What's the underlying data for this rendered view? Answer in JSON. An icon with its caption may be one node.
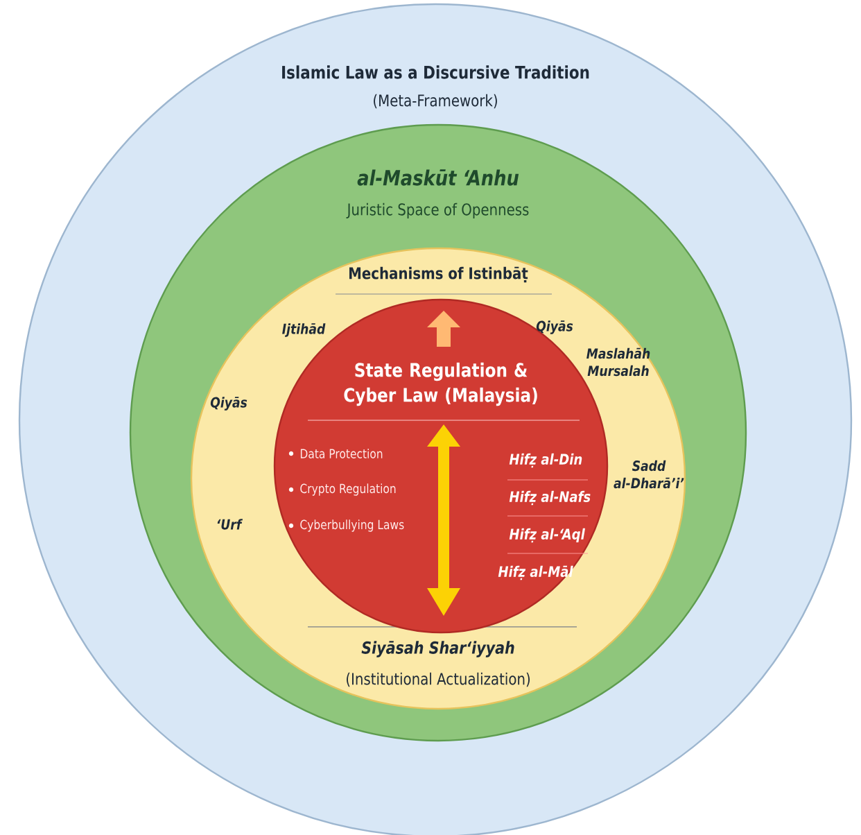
{
  "diagram": {
    "nodes": [
      {
        "text": [
          "Islamic Law as a Discursive Tradition",
          "(Meta-Framework)"
        ]
      },
      {
        "text": [
          "al-Maskūt ‘Anhu",
          "Juristic Space of Openness"
        ],
        "in": 0
      },
      {
        "text": [
          "Mechanisms of Istinbāṭ",
          "Siyāsah Shar‘iyyah",
          "(Institutional Actualization)"
        ],
        "in": 1
      },
      {
        "text": [
          "State Regulation & Cyber Law (Malaysia)"
        ],
        "in": 2
      }
    ],
    "labels": [
      "Ijtihād",
      "Qiyās",
      "Maslahāh Mursalah",
      "Qiyās",
      "Sadd al-Dharā’i’",
      "‘Urf",
      "Data Protection",
      "Crypto Regulation",
      "Cyberbullying Laws",
      "Hifẓ al-Din",
      "Hifẓ al-Nafs",
      "Hifẓ al-‘Aql",
      "Hifẓ al-Māl"
    ]
  }
}
